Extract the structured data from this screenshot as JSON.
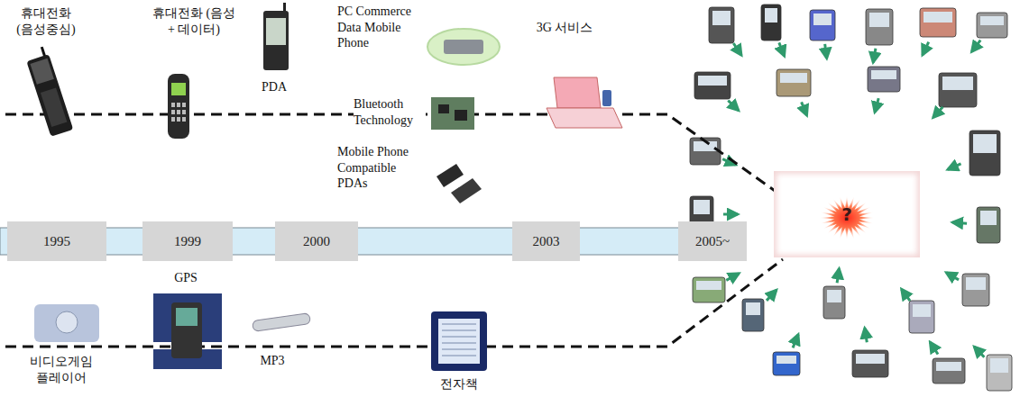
{
  "diagram": {
    "nodes": [
      {
        "text": [
          "1995"
        ]
      },
      {
        "text": [
          "1999"
        ]
      },
      {
        "text": [
          "2000"
        ]
      },
      {
        "text": [
          "2003"
        ]
      },
      {
        "text": [
          "2005~"
        ]
      },
      {
        "text": [
          "?"
        ]
      }
    ],
    "labels": [
      "휴대전화 (음성중심)",
      "휴대전화 (음성+ 데이터)",
      "PDA",
      "PC Commerce Data Mobile Phone",
      "Bluetooth Technology",
      "3G 서비스",
      "Mobile Phone Compatible PDAs",
      "GPS",
      "비디오게임 플레이어",
      "MP3",
      "전자책"
    ]
  }
}
